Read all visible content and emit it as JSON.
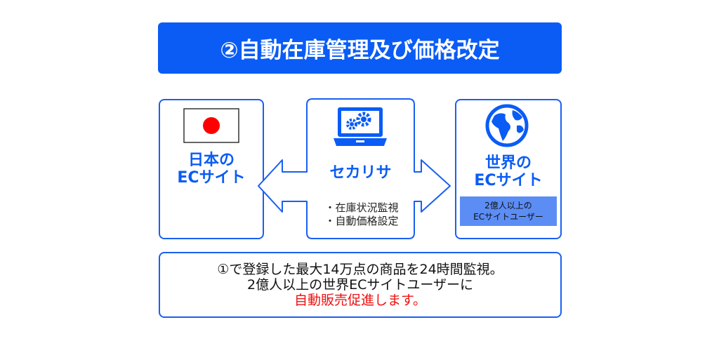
{
  "title": "②自動在庫管理及び価格改定",
  "japan": {
    "line1": "日本の",
    "line2": "ECサイト",
    "icon": "japan-flag-icon"
  },
  "center": {
    "name": "セカリサ",
    "features": [
      "・在庫状況監視",
      "・自動価格設定"
    ],
    "icon": "laptop-gears-icon"
  },
  "world": {
    "line1": "世界の",
    "line2": "ECサイト",
    "label_line1": "2億人以上の",
    "label_line2": "ECサイトユーザー",
    "icon": "globe-icon"
  },
  "summary": {
    "line1": "①で登録した最大14万点の商品を24時間監視。",
    "line2": "2億人以上の世界ECサイトユーザーに",
    "line3": "自動販売促進します。"
  },
  "colors": {
    "accent": "#0a5cf5",
    "highlight": "#ee1111",
    "label_bg": "#5b8df5"
  }
}
